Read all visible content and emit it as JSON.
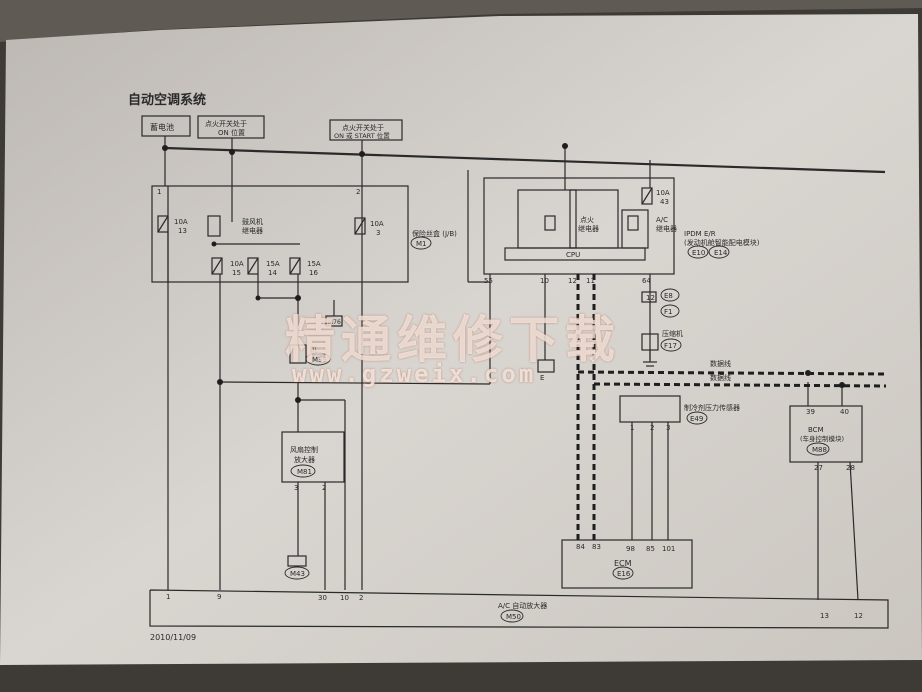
{
  "title": "自动空调系统",
  "date": "2010/11/09",
  "sources": {
    "battery": "蓄电池",
    "ign_on": [
      "点火开关处于",
      "ON 位置"
    ],
    "ign_start": [
      "点火开关处于",
      "ON 或 START 位置"
    ]
  },
  "fuse_box": {
    "label": "保险丝盒 (J/B)",
    "code": "M1",
    "pin1": "1",
    "pin2": "2",
    "fuses": [
      {
        "amp": "10A",
        "no": "13"
      },
      {
        "amp": "10A",
        "no": "3"
      },
      {
        "amp": "10A",
        "no": "15"
      },
      {
        "amp": "15A",
        "no": "14"
      },
      {
        "amp": "15A",
        "no": "16"
      }
    ],
    "blower_relay": [
      "鼓风机",
      "继电器"
    ]
  },
  "ipdm": {
    "label": [
      "IPDM E/R",
      "(发动机舱智能配电模块)"
    ],
    "codes": [
      "E10",
      "E14"
    ],
    "fuse": {
      "amp": "10A",
      "no": "43"
    },
    "ign_relay": [
      "点火",
      "继电器"
    ],
    "ac_relay": [
      "A/C",
      "继电器"
    ],
    "cpu": "CPU",
    "pins": [
      "55",
      "10",
      "12",
      "11",
      "64"
    ]
  },
  "compressor": {
    "pin": "12",
    "connectors": [
      "E8",
      "F1",
      "F17"
    ],
    "label": "压缩机"
  },
  "blower": {
    "label": "机",
    "code": "M39",
    "connector": "M76"
  },
  "fan_amp": {
    "label": [
      "风扇控制",
      "放大器"
    ],
    "code": "M81",
    "pins": [
      "3",
      "2"
    ],
    "ground_code": "M43"
  },
  "ground_e": "E",
  "data_lines": [
    "数据线",
    "数据线"
  ],
  "pressure_sensor": {
    "label": "制冷剂压力传感器",
    "code": "E49",
    "pins": [
      "1",
      "2",
      "3"
    ]
  },
  "ecm": {
    "label": "ECM",
    "code": "E16",
    "pins": [
      "84",
      "83",
      "98",
      "85",
      "101"
    ]
  },
  "bcm": {
    "label": [
      "BCM",
      "(车身控制模块)"
    ],
    "code": "M88",
    "pins_top": [
      "39",
      "40"
    ],
    "pins_bottom": [
      "27",
      "28"
    ]
  },
  "ac_amp": {
    "label": "A/C 自动放大器",
    "code": "M50",
    "pins": [
      "1",
      "9",
      "30",
      "10",
      "2",
      "13",
      "12"
    ]
  },
  "watermark": {
    "cn": "精通维修下载",
    "url": "www.gzweix.com"
  }
}
